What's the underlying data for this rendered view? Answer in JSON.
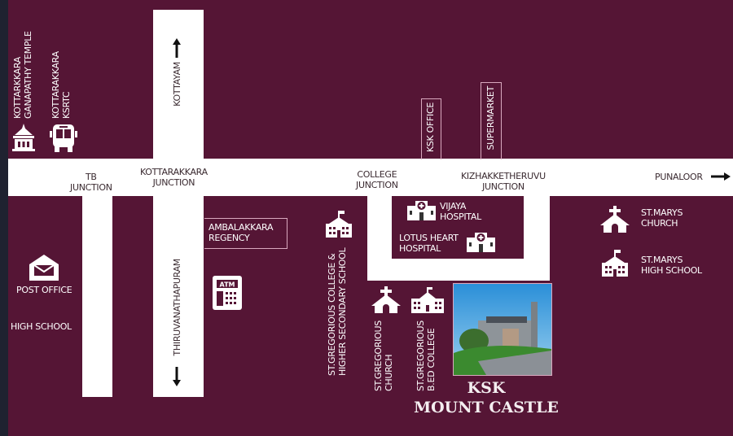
{
  "roads": {
    "kottayam": "KOTTAYAM",
    "thiruvananthapuram": "THIRUVANATHAPURAM",
    "punaloor": "PUNALOOR"
  },
  "junctions": {
    "tb": [
      "TB",
      "JUNCTION"
    ],
    "kottarakkara": [
      "KOTTARAKKARA",
      "JUNCTION"
    ],
    "college": [
      "COLLEGE",
      "JUNCTION"
    ],
    "kizhakketheruvu": [
      "KIZHAKKETHERUVU",
      "JUNCTION"
    ]
  },
  "landmarks": {
    "temple": [
      "KOTTARKKARA",
      "GANAPATHY TEMPLE"
    ],
    "ksrtc": [
      "KOTTARAKKARA",
      "KSRTC"
    ],
    "ksk_office": "KSK OFFICE",
    "supermarket": "SUPERMARKET",
    "vijaya": [
      "VIJAYA",
      "HOSPITAL"
    ],
    "lotus": [
      "LOTUS HEART",
      "HOSPITAL"
    ],
    "st_marys_church": [
      "ST.MARYS",
      "CHURCH"
    ],
    "st_marys_school": [
      "ST.MARYS",
      "HIGH SCHOOL"
    ],
    "ambalakkara": [
      "AMBALAKKARA",
      "REGENCY"
    ],
    "atm": "ATM",
    "post_office": "POST OFFICE",
    "high_school": "HIGH SCHOOL",
    "st_gregorious_college": [
      "ST.GREGORIOUS COLLEGE &",
      "HIGHER SECONDARY SCHOOL"
    ],
    "st_gregorious_church": [
      "ST.GREGORIOUS",
      "CHURCH"
    ],
    "st_gregorious_bed": [
      "ST.GREGORIOUS",
      "B.ED COLLEGE"
    ]
  },
  "destination": [
    "KSK",
    "MOUNT CASTLE"
  ],
  "colors": {
    "background": "#551535",
    "road": "#ffffff"
  }
}
